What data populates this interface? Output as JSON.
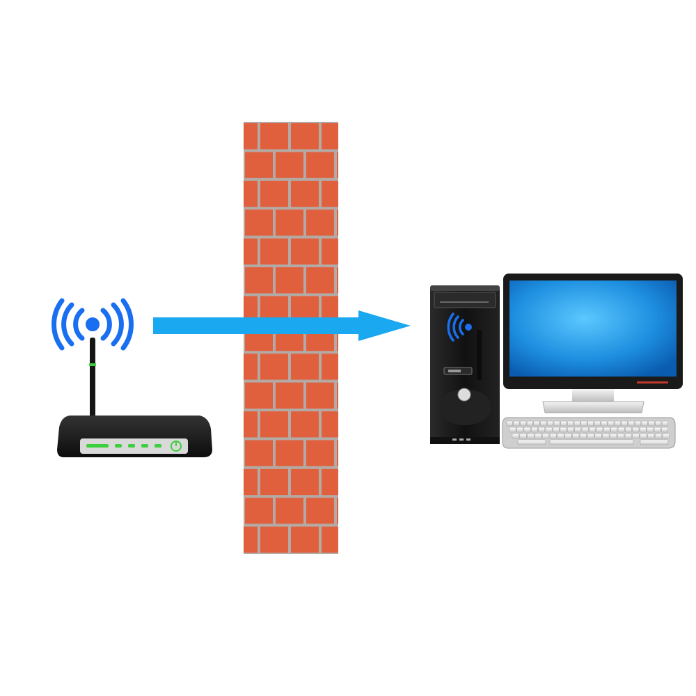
{
  "diagram": {
    "nodes": [
      {
        "id": "router",
        "icon": "wifi-router-icon"
      },
      {
        "id": "wall",
        "icon": "brick-wall-icon"
      },
      {
        "id": "computer",
        "icon": "desktop-computer-icon"
      }
    ],
    "edges": [
      {
        "from": "router",
        "to": "computer",
        "through": "wall",
        "style": "arrow"
      }
    ]
  },
  "colors": {
    "background": "#ffffff",
    "brick": "#e0603e",
    "mortar": "#b3aaa5",
    "arrow": "#1aa8f0",
    "wifi_signal": "#1a6ff0",
    "device_body": "#1c1c1c",
    "screen": "#1e8fe0",
    "led_green": "#3ecf3e"
  }
}
